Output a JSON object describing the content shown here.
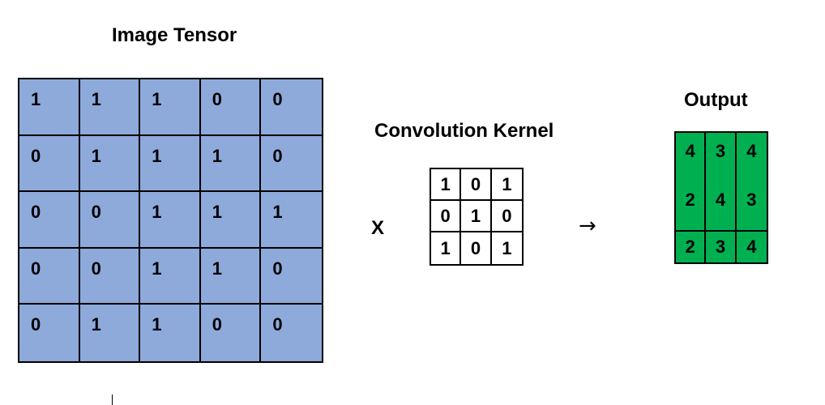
{
  "image_tensor": {
    "title": "Image Tensor",
    "rows": [
      [
        "1",
        "1",
        "1",
        "0",
        "0"
      ],
      [
        "0",
        "1",
        "1",
        "1",
        "0"
      ],
      [
        "0",
        "0",
        "1",
        "1",
        "1"
      ],
      [
        "0",
        "0",
        "1",
        "1",
        "0"
      ],
      [
        "0",
        "1",
        "1",
        "0",
        "0"
      ]
    ],
    "fill_color": "#8eaadb"
  },
  "operator": "X",
  "kernel": {
    "title": "Convolution Kernel",
    "rows": [
      [
        "1",
        "0",
        "1"
      ],
      [
        "0",
        "1",
        "0"
      ],
      [
        "1",
        "0",
        "1"
      ]
    ],
    "fill_color": "#ffffff"
  },
  "arrow": "→",
  "output": {
    "title": "Output",
    "rows": [
      [
        "4",
        "3",
        "4"
      ],
      [
        "2",
        "4",
        "3"
      ],
      [
        "2",
        "3",
        "4"
      ]
    ],
    "fill_color": "#00b050"
  }
}
